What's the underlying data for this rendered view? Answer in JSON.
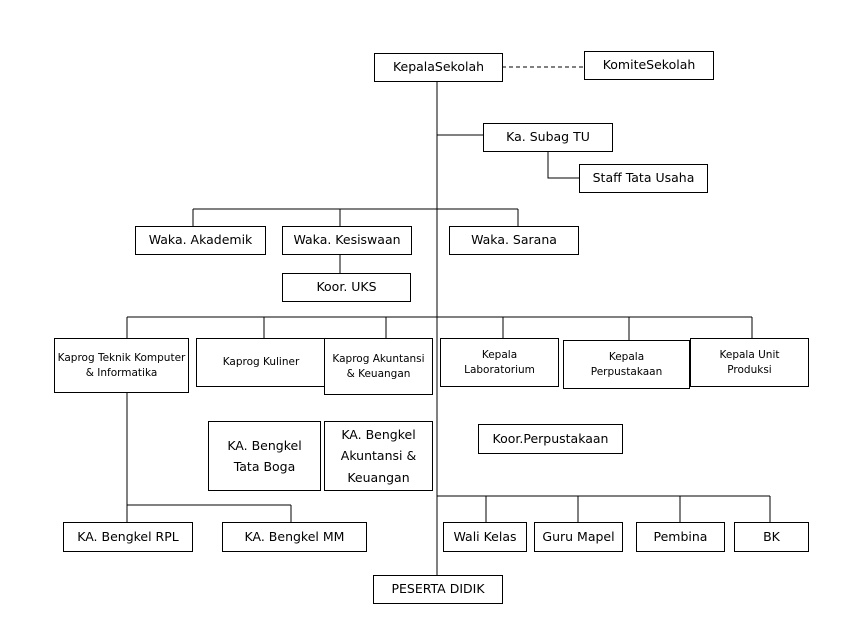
{
  "chart": {
    "kepala_sekolah": "KepalaSekolah",
    "komite_sekolah": "KomiteSekolah",
    "ka_subag_tu": "Ka. Subag TU",
    "staff_tata_usaha": "Staff Tata Usaha",
    "waka_akademik": "Waka. Akademik",
    "waka_kesiswaan": "Waka. Kesiswaan",
    "waka_sarana": "Waka. Sarana",
    "koor_uks": "Koor. UKS",
    "kaprog_tki": "Kaprog Teknik Komputer & Informatika",
    "kaprog_kuliner": "Kaprog Kuliner",
    "kaprog_akuntansi": "Kaprog Akuntansi & Keuangan",
    "kepala_lab": "Kepala Laboratorium",
    "kepala_perpus": "Kepala Perpustakaan",
    "kepala_unit_produksi": "Kepala Unit Produksi",
    "ka_bengkel_tata_boga": "KA. Bengkel Tata Boga",
    "ka_bengkel_akuntansi": "KA. Bengkel Akuntansi & Keuangan",
    "koor_perpustakaan": "Koor.Perpustakaan",
    "ka_bengkel_rpl": "KA. Bengkel RPL",
    "ka_bengkel_mm": "KA. Bengkel MM",
    "wali_kelas": "Wali Kelas",
    "guru_mapel": "Guru Mapel",
    "pembina": "Pembina",
    "bk": "BK",
    "peserta_didik": "PESERTA DIDIK"
  }
}
